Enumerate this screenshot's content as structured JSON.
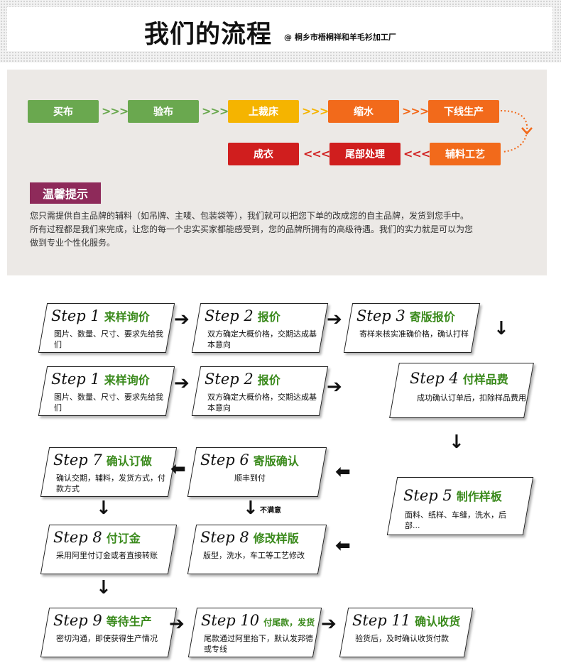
{
  "header": {
    "title": "我们的流程",
    "subtitle": "@ 桐乡市梧桐祥和羊毛衫加工厂"
  },
  "flow": {
    "row1": [
      "买布",
      "验布",
      "上裁床",
      "缩水",
      "下线生产"
    ],
    "row2": [
      "辅料工艺",
      "尾部处理",
      "成衣"
    ],
    "connector": ">>>"
  },
  "tip": {
    "badge": "温馨提示",
    "line1": "您只需提供自主品牌的辅料（如吊牌、主唛、包装袋等），我们就可以把您下单的改成您的自主品牌，发货到您手中。",
    "line2": "所有过程都是我们来完成，让您的每一个忠实买家都能感受到，您的品牌所拥有的高级待遇。我们的实力就是可以为您",
    "line3": "做到专业个性化服务。"
  },
  "steps": {
    "a1": {
      "num": "Step 1",
      "title": "来样询价",
      "desc": "图片、数量、尺寸、要求先给我们"
    },
    "a2": {
      "num": "Step 2",
      "title": "报价",
      "desc": "双方确定大概价格，交期达成基本意向"
    },
    "a3": {
      "num": "Step 3",
      "title": "寄版报价",
      "desc": "寄样来核实准确价格，确认打样"
    },
    "b1": {
      "num": "Step 1",
      "title": "来样询价",
      "desc": "图片、数量、尺寸、要求先给我们"
    },
    "b2": {
      "num": "Step 2",
      "title": "报价",
      "desc": "双方确定大概价格，交期达成基本意向"
    },
    "b4": {
      "num": "Step 4",
      "title": "付样品费",
      "desc": "成功确认订单后，扣除样品费用"
    },
    "c7": {
      "num": "Step 7",
      "title": "确认订做",
      "desc": "确认交期，辅料，发货方式，付款方式"
    },
    "c6": {
      "num": "Step 6",
      "title": "寄版确认",
      "desc": "顺丰到付"
    },
    "c5": {
      "num": "Step 5",
      "title": "制作样板",
      "desc": "面料、纸样、车缝，洗水，后部..."
    },
    "d8a": {
      "num": "Step 8",
      "title": "付订金",
      "desc": "采用阿里付订金或者直接转账"
    },
    "d8b": {
      "num": "Step 8",
      "title": "修改样版",
      "desc": "版型，洗水，车工等工艺修改"
    },
    "e9": {
      "num": "Step 9",
      "title": "等待生产",
      "desc": "密切沟通，即使获得生产情况"
    },
    "e10": {
      "num": "Step 10",
      "title": "付尾款，发货",
      "desc": "尾款通过阿里抬下，默认发邦德或专线"
    },
    "e11": {
      "num": "Step 11",
      "title": "确认收货",
      "desc": "验货后，及时确认收货付款"
    }
  },
  "not_satisfied": "不满意",
  "colors": {
    "green": "#6aa84f",
    "yellow": "#f5b400",
    "orange": "#f26a1b",
    "red": "#d01e1e",
    "badge": "#8e2a5a",
    "step_title": "#3a8a1c"
  }
}
